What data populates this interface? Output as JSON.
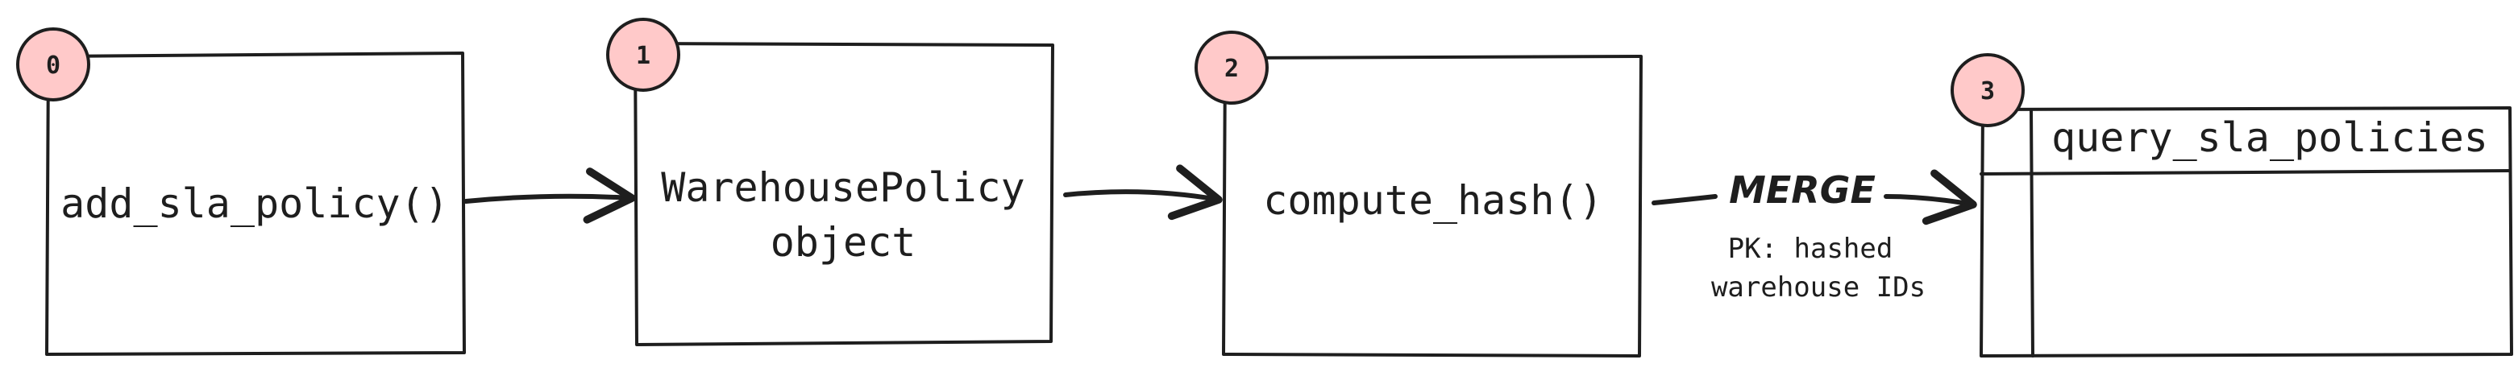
{
  "colors": {
    "stroke": "#1e1e1e",
    "badge_fill": "#ffc9c9",
    "background": "#ffffff"
  },
  "steps": [
    {
      "badge": "0",
      "label_lines": [
        "add_sla_policy()"
      ]
    },
    {
      "badge": "1",
      "label_lines": [
        "WarehousePolicy",
        "object"
      ]
    },
    {
      "badge": "2",
      "label_lines": [
        "compute_hash()"
      ]
    },
    {
      "badge": "3",
      "label_lines": [
        "query_sla_policies"
      ]
    }
  ],
  "merge_edge": {
    "label": "MERGE",
    "note_lines": [
      "PK: hashed",
      "warehouse IDs"
    ]
  }
}
